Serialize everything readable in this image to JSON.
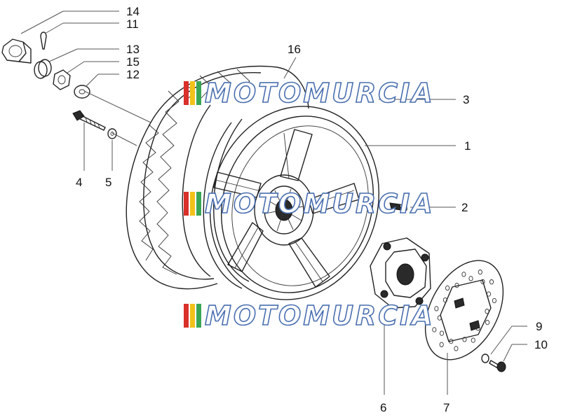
{
  "diagram": {
    "watermark_text": "MOTOMURCIA",
    "colors": {
      "line": "#222222",
      "watermark_outline": "#4a6fb0",
      "stripe_red": "#d9302a",
      "stripe_yellow": "#f2c21a",
      "stripe_green": "#3aa655",
      "label": "#111111"
    },
    "callouts": [
      {
        "id": "14",
        "label": "14"
      },
      {
        "id": "11",
        "label": "11"
      },
      {
        "id": "13",
        "label": "13"
      },
      {
        "id": "15",
        "label": "15"
      },
      {
        "id": "12",
        "label": "12"
      },
      {
        "id": "16",
        "label": "16"
      },
      {
        "id": "3",
        "label": "3"
      },
      {
        "id": "1",
        "label": "1"
      },
      {
        "id": "4",
        "label": "4"
      },
      {
        "id": "5",
        "label": "5"
      },
      {
        "id": "2",
        "label": "2"
      },
      {
        "id": "9",
        "label": "9"
      },
      {
        "id": "10",
        "label": "10"
      },
      {
        "id": "6",
        "label": "6"
      },
      {
        "id": "7",
        "label": "7"
      }
    ]
  }
}
